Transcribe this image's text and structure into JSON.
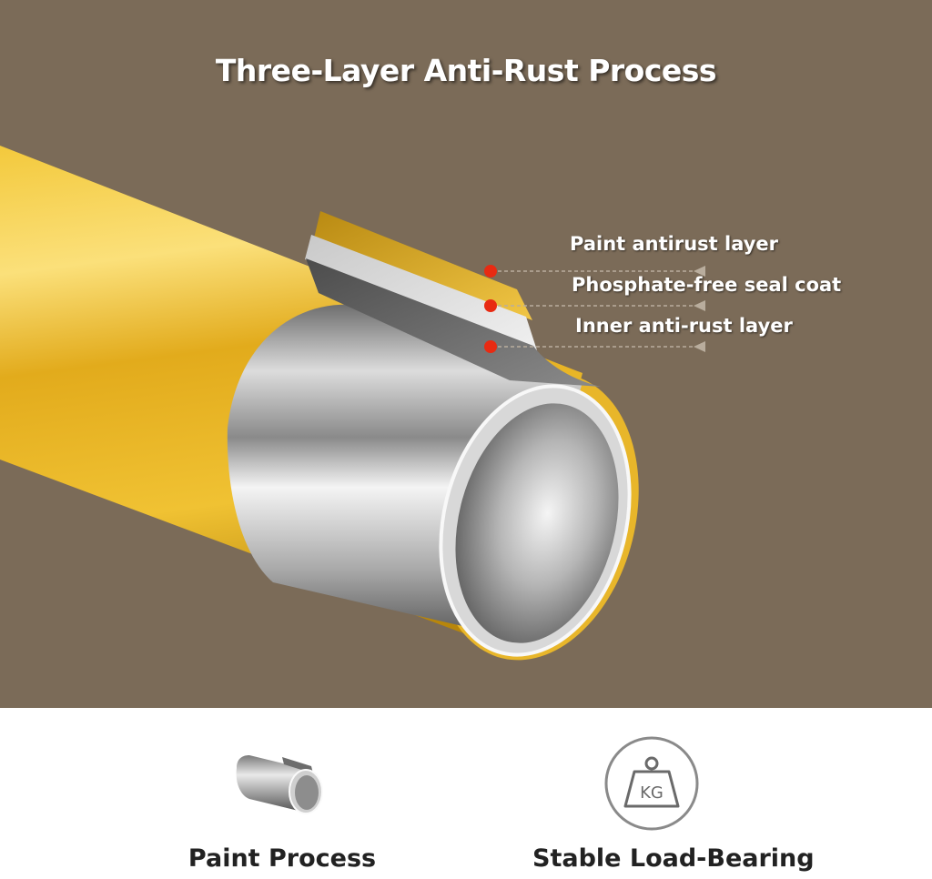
{
  "title": "Three-Layer Anti-Rust Process",
  "layers": [
    {
      "label": "Paint antirust layer"
    },
    {
      "label": "Phosphate-free seal coat"
    },
    {
      "label": "Inner anti-rust layer"
    }
  ],
  "features": [
    {
      "label": "Paint Process",
      "icon": "pipe-icon"
    },
    {
      "label": "Stable Load-Bearing",
      "icon": "kg-weight-icon",
      "icon_text": "KG"
    }
  ],
  "colors": {
    "background": "#7b6b58",
    "gold_coating": "#e8b62a",
    "marker_red": "#e82a12",
    "bottom_panel": "#ffffff"
  }
}
